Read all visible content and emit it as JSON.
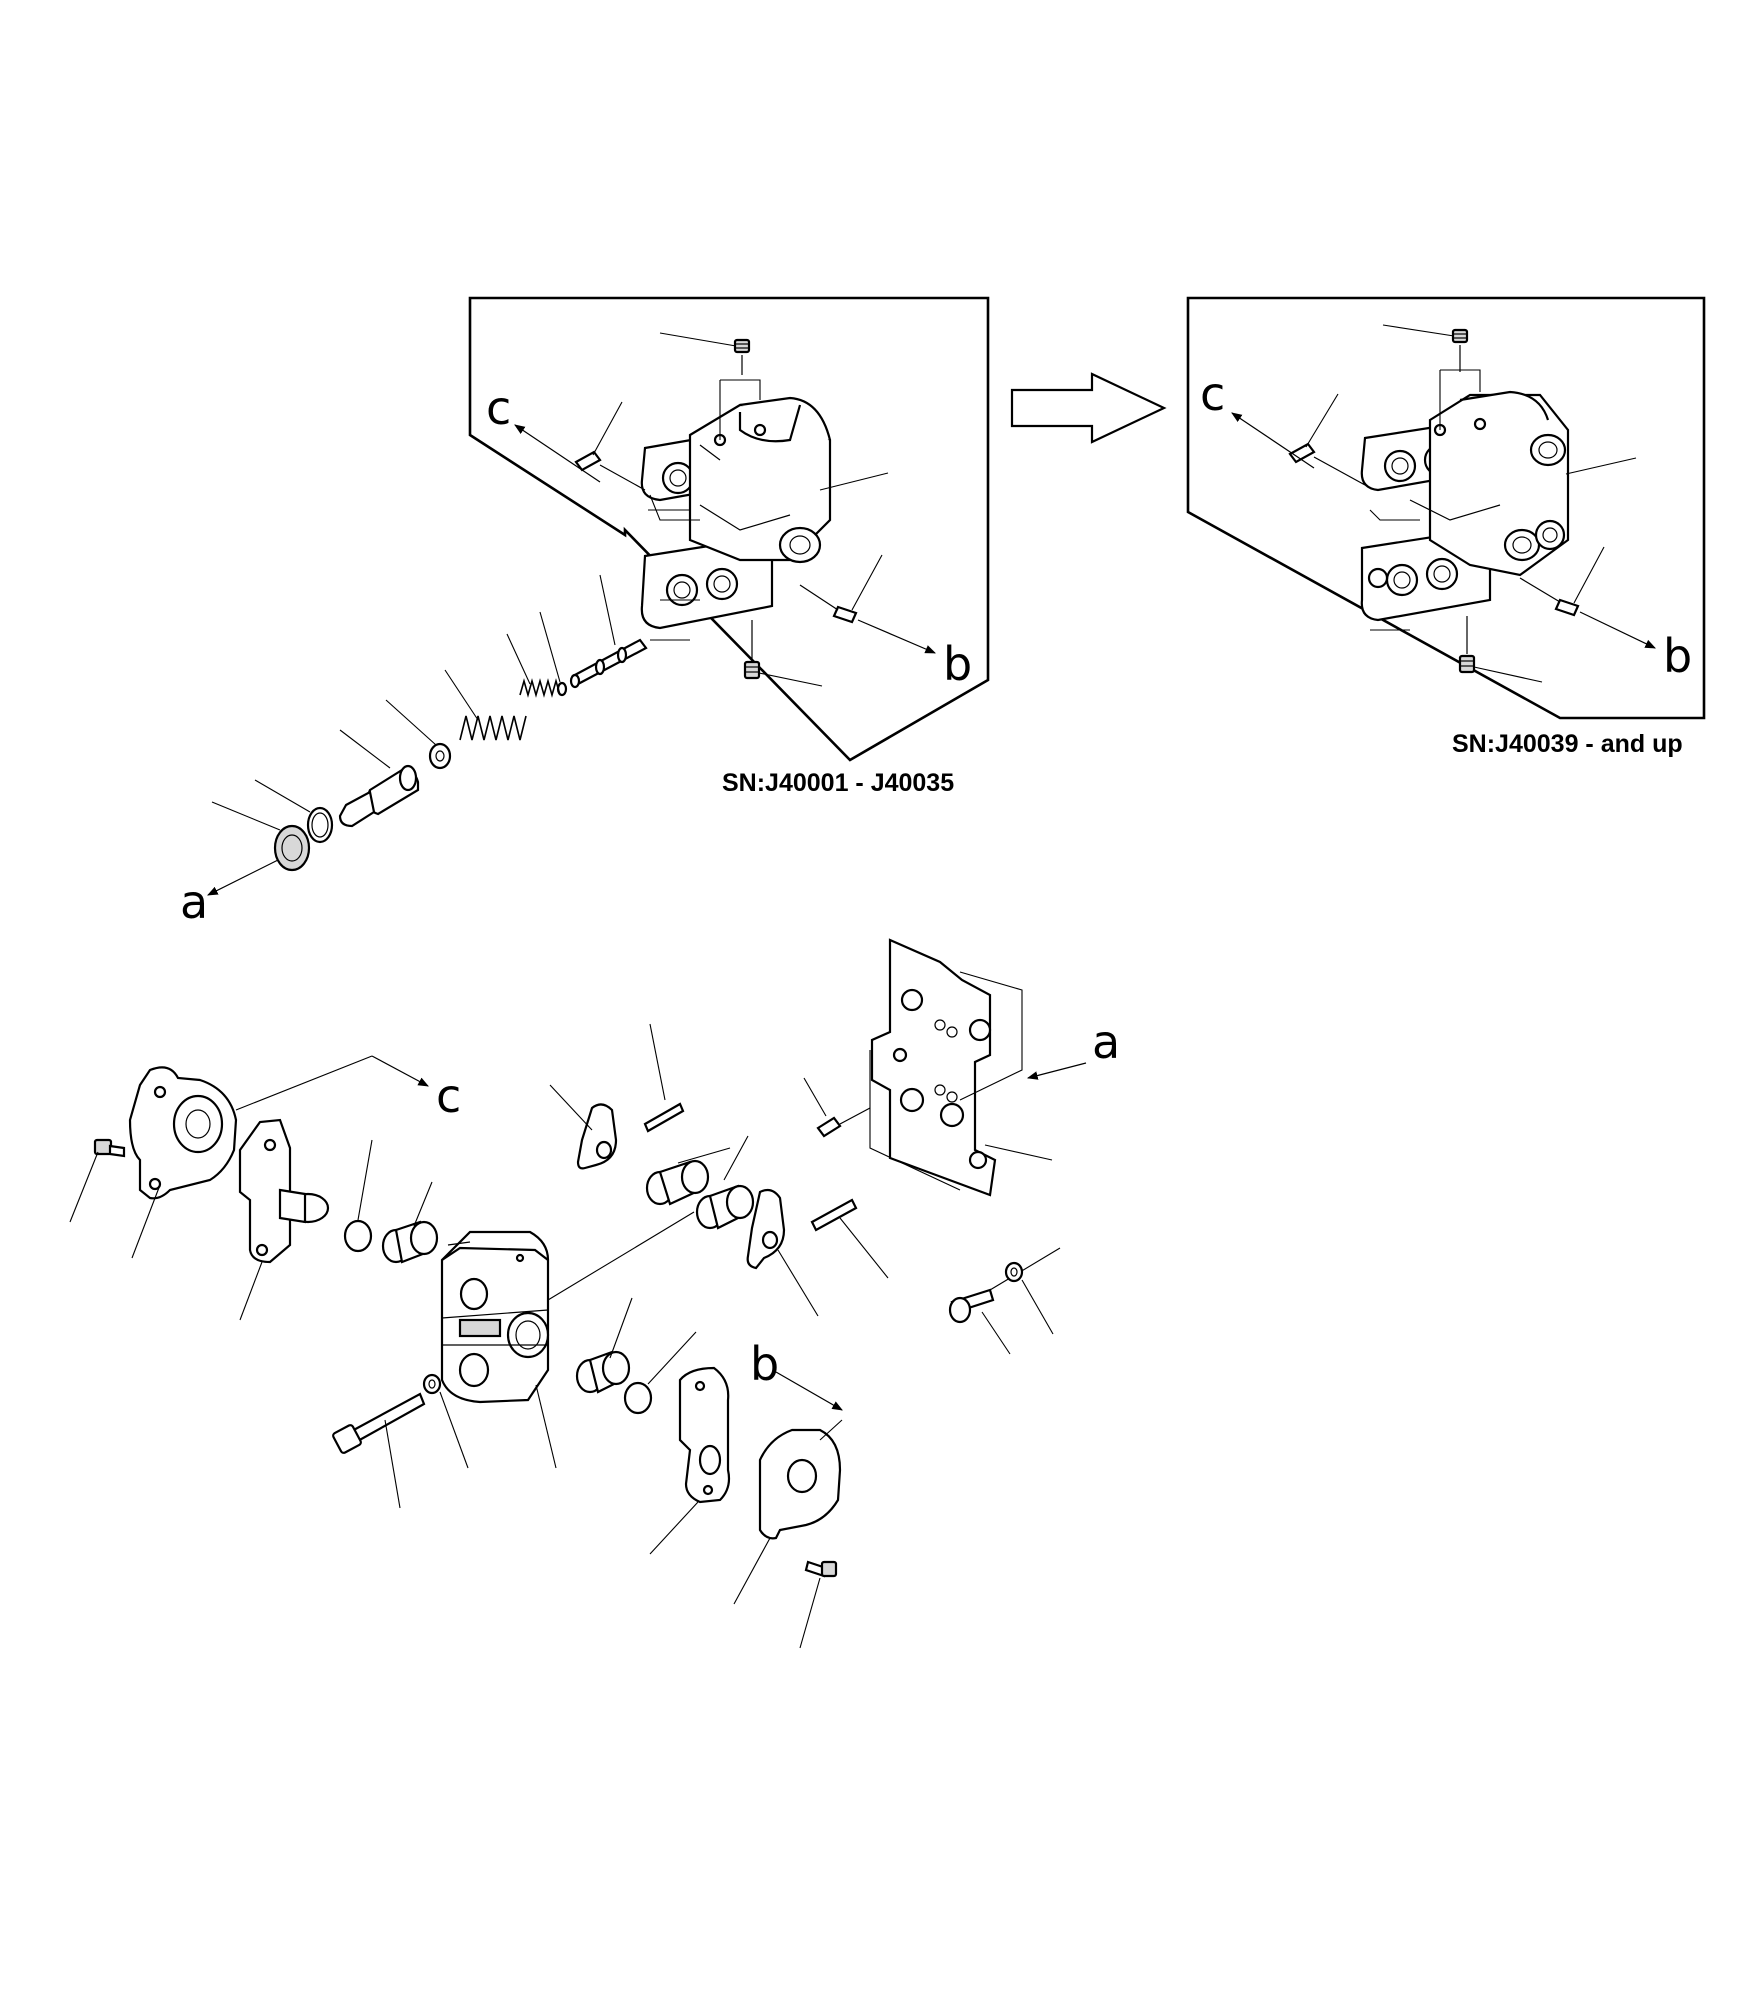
{
  "serial_ranges": {
    "early": "SN:J40001 - J40035",
    "later": "SN:J40039 - and up"
  },
  "callout_letters": {
    "a": "a",
    "b": "b",
    "c": "c"
  }
}
